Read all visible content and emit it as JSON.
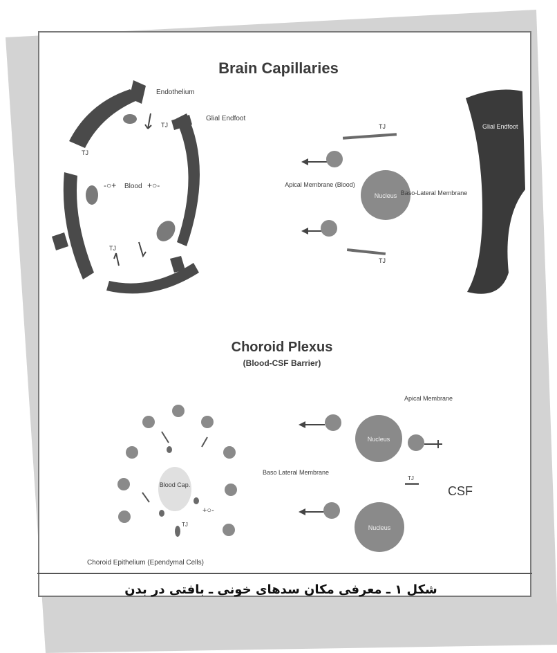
{
  "figure": {
    "caption": "شکل ۱ ـ معرفی مکان سدهای خونی ـ بافتی در بدن",
    "brain": {
      "title": "Brain Capillaries",
      "endothelium": "Endothelium",
      "glial_endfoot": "Glial Endfoot",
      "glial_endfoot_wide": "Glial Endfoot",
      "blood": "Blood",
      "tj": "TJ",
      "apical": "Apical Membrane (Blood)",
      "nucleus": "Nucleus",
      "basolateral": "Baso-Lateral Membrane"
    },
    "choroid": {
      "title": "Choroid Plexus",
      "subtitle": "(Blood-CSF Barrier)",
      "apical": "Apical Membrane",
      "basolateral": "Baso Lateral Membrane",
      "blood_cap": "Blood Cap.",
      "nucleus": "Nucleus",
      "tj": "TJ",
      "csf": "CSF",
      "epithelium": "Choroid Epithelium (Ependymal Cells)"
    }
  },
  "colors": {
    "frame": "#d3d3d3",
    "panel": "#ffffff",
    "ink": "#3a3a3a",
    "cell": "#8a8a8a"
  }
}
